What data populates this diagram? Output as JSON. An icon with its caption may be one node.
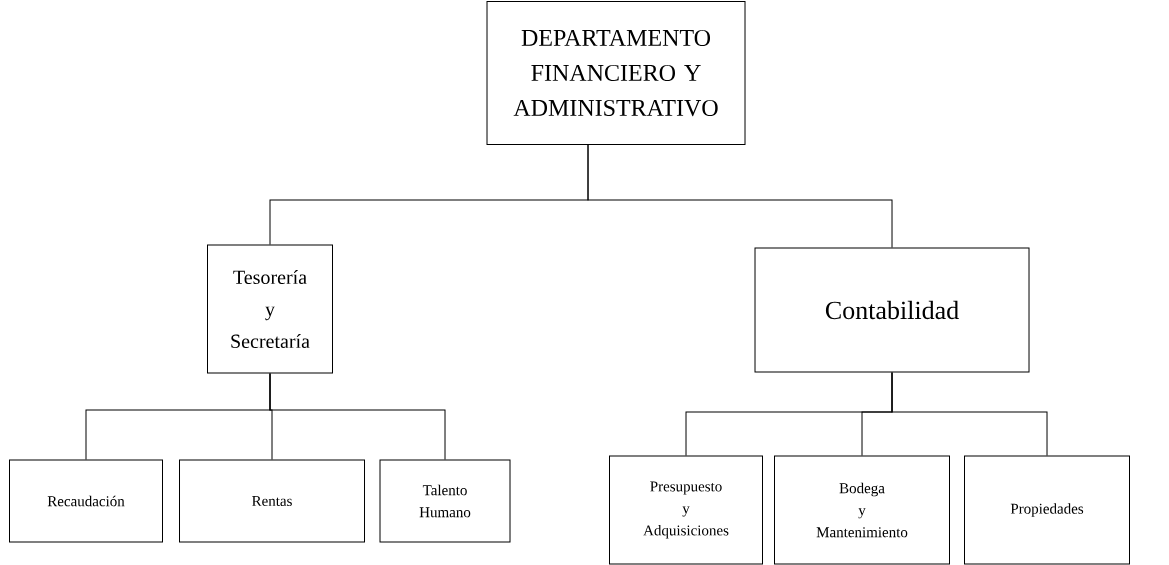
{
  "diagram": {
    "nodes": [
      {
        "text": [
          "DEPARTAMENTO FINANCIERO Y ADMINISTRATIVO"
        ]
      },
      {
        "text": [
          "Tesorería y Secretaría"
        ]
      },
      {
        "text": [
          "Contabilidad"
        ]
      },
      {
        "text": [
          "Recaudación"
        ]
      },
      {
        "text": [
          "Rentas"
        ]
      },
      {
        "text": [
          "Talento Humano"
        ]
      },
      {
        "text": [
          "Presupuesto y Adquisiciones"
        ]
      },
      {
        "text": [
          "Bodega y Mantenimiento"
        ]
      },
      {
        "text": [
          "Propiedades"
        ]
      }
    ],
    "edges": [
      {
        "from": 0,
        "to": 1,
        "arrow": "none"
      },
      {
        "from": 0,
        "to": 2,
        "arrow": "none"
      },
      {
        "from": 1,
        "to": 3,
        "arrow": "none"
      },
      {
        "from": 1,
        "to": 4,
        "arrow": "none"
      },
      {
        "from": 1,
        "to": 5,
        "arrow": "none"
      },
      {
        "from": 2,
        "to": 6,
        "arrow": "none"
      },
      {
        "from": 2,
        "to": 7,
        "arrow": "none"
      },
      {
        "from": 2,
        "to": 8,
        "arrow": "none"
      }
    ]
  }
}
